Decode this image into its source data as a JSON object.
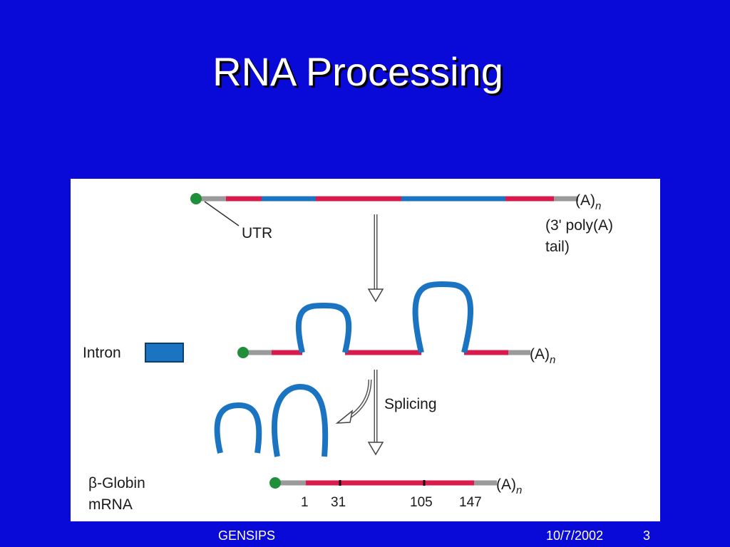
{
  "slide": {
    "title": "RNA Processing"
  },
  "figure": {
    "utr_label": "UTR",
    "tail_symbol_A": "(A)",
    "tail_symbol_n": "n",
    "tail_note_line1": "(3' poly(A)",
    "tail_note_line2": "tail)",
    "legend_intron": "Intron",
    "splicing_label": "Splicing",
    "product_label_line1": "β-Globin",
    "product_label_line2": "mRNA",
    "positions": [
      "1",
      "31",
      "105",
      "147"
    ],
    "colors": {
      "exon": "#d81b4c",
      "intron": "#1a74c2",
      "utr": "#9a9a9a",
      "cap": "#1f8f3a"
    }
  },
  "footer": {
    "left": "GENSIPS",
    "date": "10/7/2002",
    "page": "3"
  }
}
